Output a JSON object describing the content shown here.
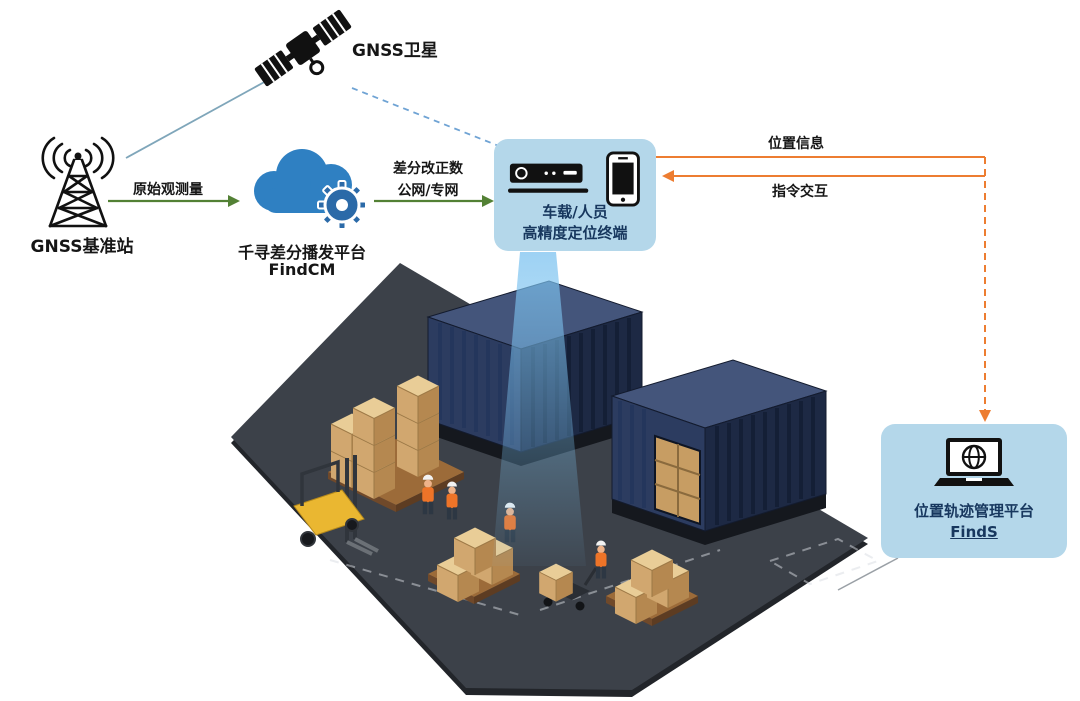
{
  "palette": {
    "panel_bg": "#b4d7ea",
    "panel_text": "#17375e",
    "flow_green": "#538135",
    "flow_orange": "#ed7d31",
    "cloud_blue": "#2f80c2",
    "satellite_link_blue": "#7fa6ba",
    "icon_black": "#111111"
  },
  "satellite": {
    "label": "GNSS卫星",
    "icon": "satellite-icon"
  },
  "base_station": {
    "label": "GNSS基准站",
    "icon": "radio-tower-icon"
  },
  "cloud_platform": {
    "title": "千寻差分播发平台",
    "subtitle": "FindCM",
    "icon": "cloud-gear-icon"
  },
  "terminal": {
    "line1": "车载/人员",
    "line2": "高精度定位终端",
    "icons": [
      "gnss-receiver-icon",
      "smartphone-icon"
    ]
  },
  "finds_platform": {
    "title": "位置轨迹管理平台",
    "subtitle": "FindS",
    "icon": "laptop-globe-icon"
  },
  "flows": {
    "raw_observation": "原始观测量",
    "correction_line1": "差分改正数",
    "correction_line2": "公网/专网",
    "position_info": "位置信息",
    "command_interaction": "指令交互"
  },
  "scene": {
    "description": "isometric container yard with forklift, pallets and workers"
  }
}
